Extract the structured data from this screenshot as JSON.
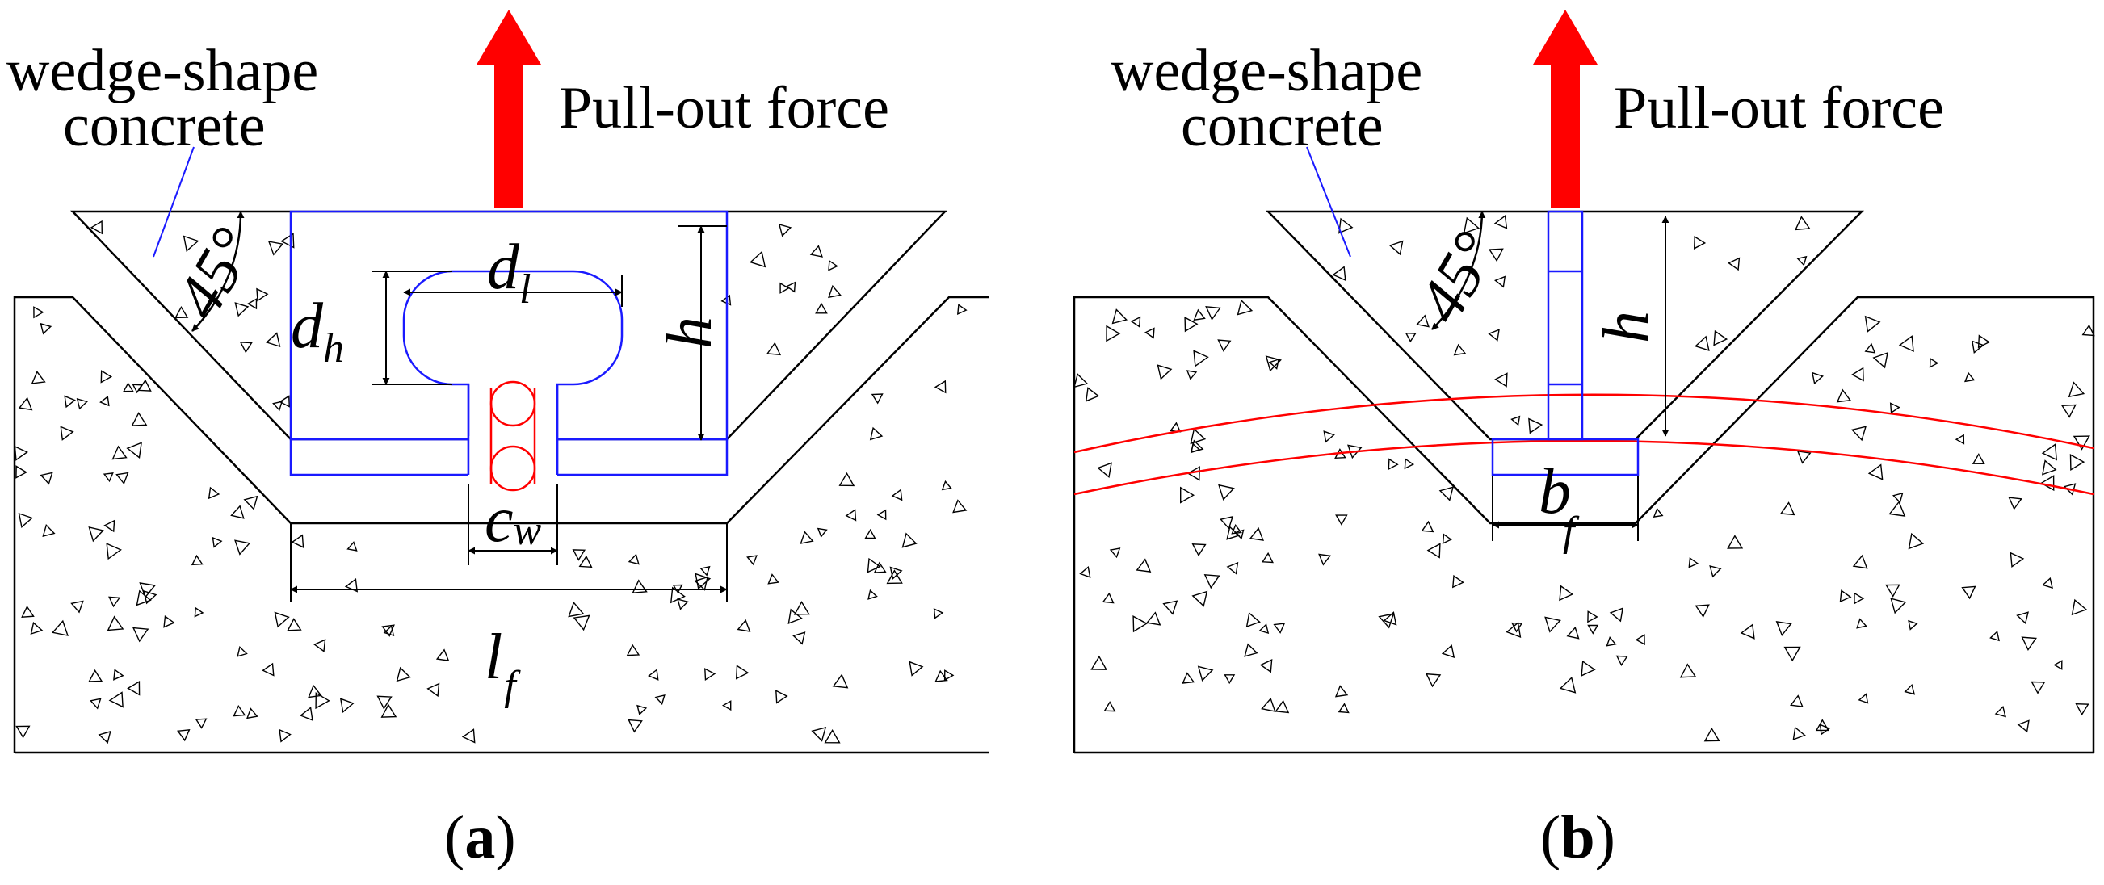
{
  "panels": [
    {
      "id": "a",
      "title_line1": "wedge-shape",
      "title_line2": "concrete",
      "force_label": "Pull-out force",
      "angle_label": "45°",
      "dim_h": "h",
      "dim_dl_base": "d",
      "dim_dl_sub": "l",
      "dim_dh_base": "d",
      "dim_dh_sub": "h",
      "dim_cw_base": "c",
      "dim_cw_sub": "w",
      "dim_lf_base": "l",
      "dim_lf_sub": "f",
      "caption_open": "(",
      "caption_letter": "a",
      "caption_close": ")"
    },
    {
      "id": "b",
      "title_line1": "wedge-shape",
      "title_line2": "concrete",
      "force_label": "Pull-out force",
      "angle_label": "45°",
      "dim_h": "h",
      "dim_bf_base": "b",
      "dim_bf_sub": "f",
      "caption_open": "(",
      "caption_letter": "b",
      "caption_close": ")"
    }
  ],
  "colors": {
    "arrow": "#ff0000",
    "connector": "#1a1aff",
    "rebar": "#ff0000",
    "line": "#000000"
  }
}
